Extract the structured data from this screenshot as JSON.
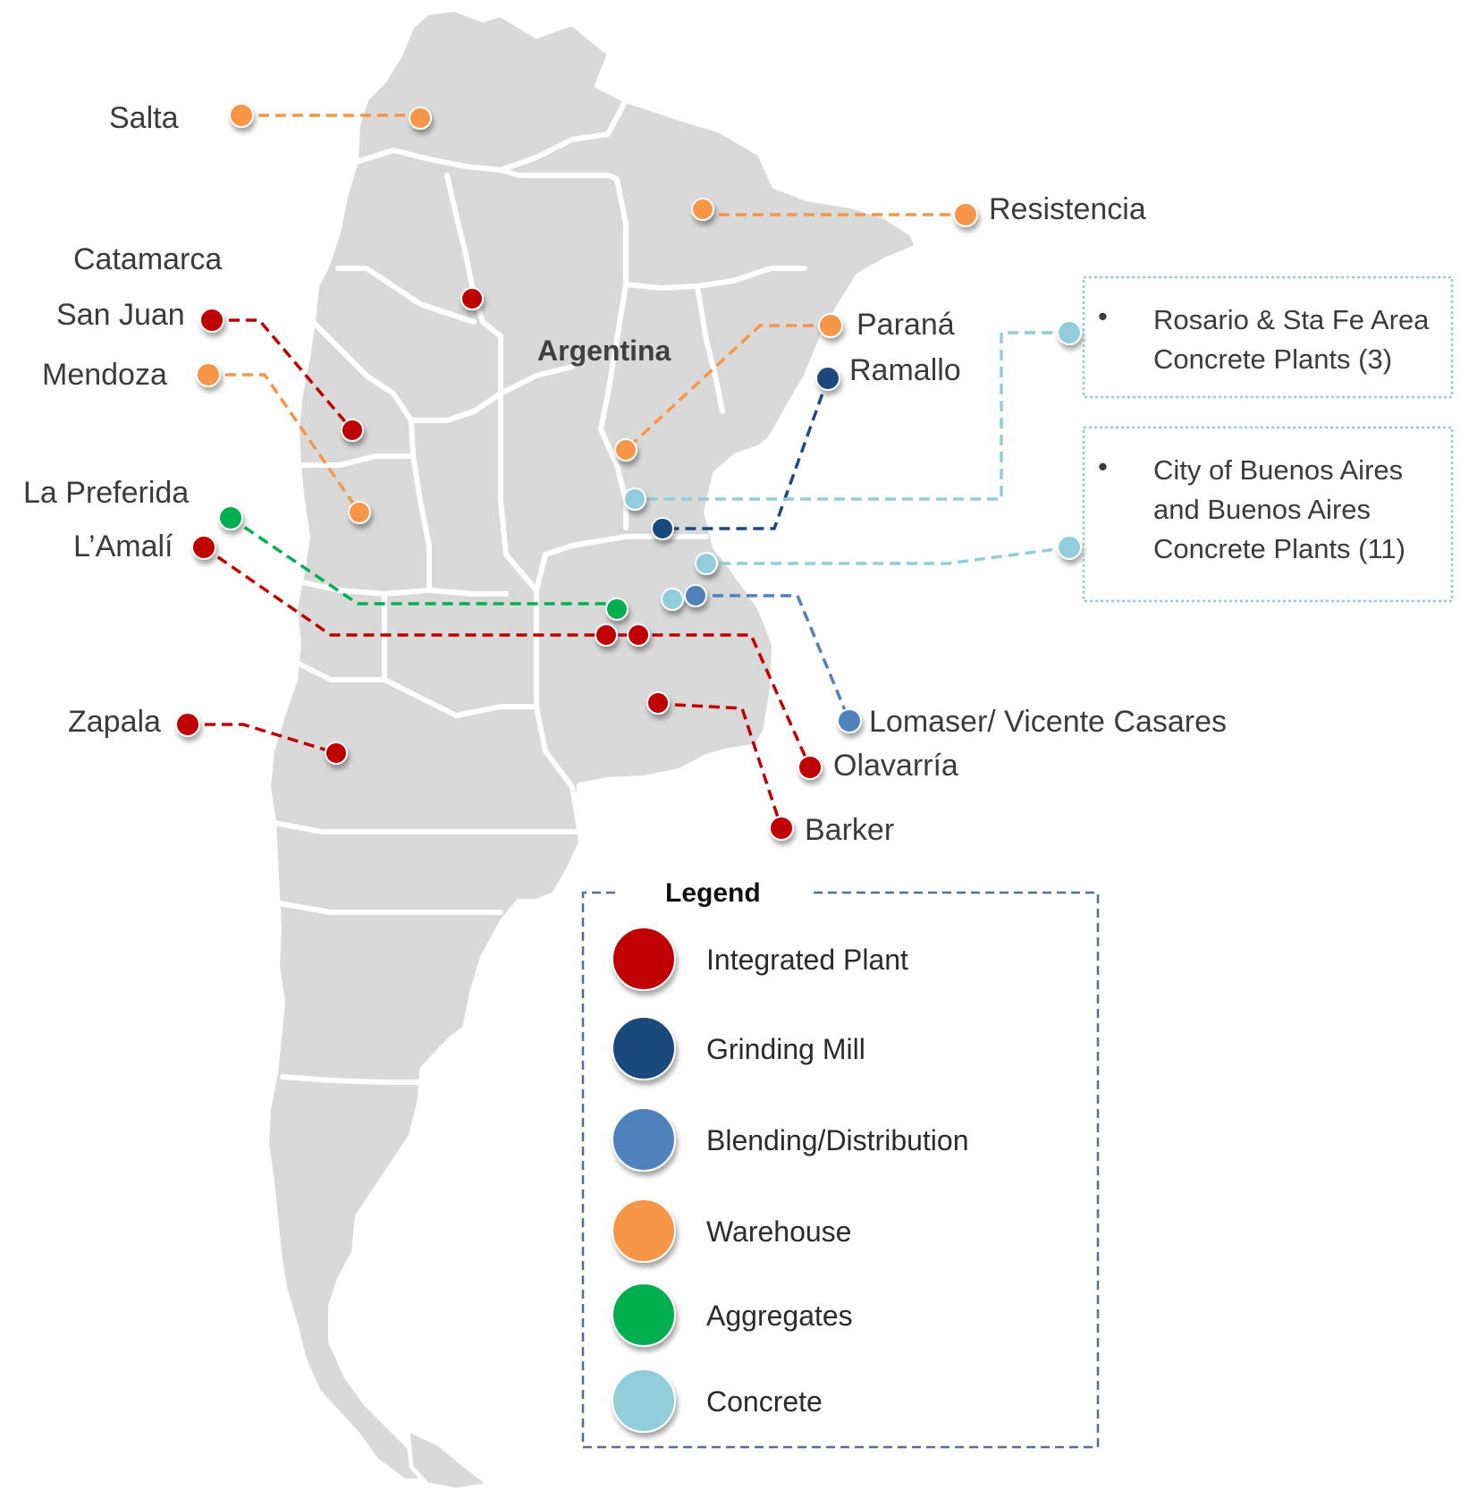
{
  "map": {
    "country_label": "Argentina",
    "colors": {
      "land": "#d9d9d9",
      "border": "#ffffff",
      "integrated_plant": "#c00000",
      "grinding_mill": "#1f497d",
      "blending_distribution": "#4f81bd",
      "warehouse": "#f79646",
      "aggregates": "#00b050",
      "concrete": "#92cddc"
    },
    "locations": [
      {
        "id": "salta",
        "label": "Salta",
        "type": "warehouse"
      },
      {
        "id": "resistencia",
        "label": "Resistencia",
        "type": "warehouse"
      },
      {
        "id": "catamarca",
        "label": "Catamarca",
        "type": "integrated_plant"
      },
      {
        "id": "san-juan",
        "label": "San Juan",
        "type": "integrated_plant"
      },
      {
        "id": "mendoza",
        "label": "Mendoza",
        "type": "warehouse"
      },
      {
        "id": "parana",
        "label": "Paraná",
        "type": "warehouse"
      },
      {
        "id": "ramallo",
        "label": "Ramallo",
        "type": "grinding_mill"
      },
      {
        "id": "la-preferida",
        "label": "La Preferida",
        "type": "aggregates"
      },
      {
        "id": "l-amali",
        "label": "L’Amalí",
        "type": "integrated_plant"
      },
      {
        "id": "zapala",
        "label": "Zapala",
        "type": "integrated_plant"
      },
      {
        "id": "lomaser",
        "label": "Lomaser/ Vicente Casares",
        "type": "blending_distribution"
      },
      {
        "id": "olavarria",
        "label": "Olavarría",
        "type": "integrated_plant"
      },
      {
        "id": "barker",
        "label": "Barker",
        "type": "integrated_plant"
      }
    ],
    "callouts": [
      {
        "id": "rosario",
        "bullet": "•",
        "lines": [
          "Rosario & Sta Fe Area",
          "Concrete Plants (3)"
        ],
        "type": "concrete"
      },
      {
        "id": "buenos-aires",
        "bullet": "•",
        "lines": [
          "City of Buenos Aires",
          "and Buenos Aires",
          "Concrete Plants (11)"
        ],
        "type": "concrete"
      }
    ]
  },
  "legend": {
    "title": "Legend",
    "items": [
      {
        "label": "Integrated Plant",
        "color": "#c00000"
      },
      {
        "label": "Grinding Mill",
        "color": "#1f497d"
      },
      {
        "label": "Blending/Distribution",
        "color": "#4f81bd"
      },
      {
        "label": "Warehouse",
        "color": "#f79646"
      },
      {
        "label": "Aggregates",
        "color": "#00b050"
      },
      {
        "label": "Concrete",
        "color": "#92cddc"
      }
    ]
  }
}
